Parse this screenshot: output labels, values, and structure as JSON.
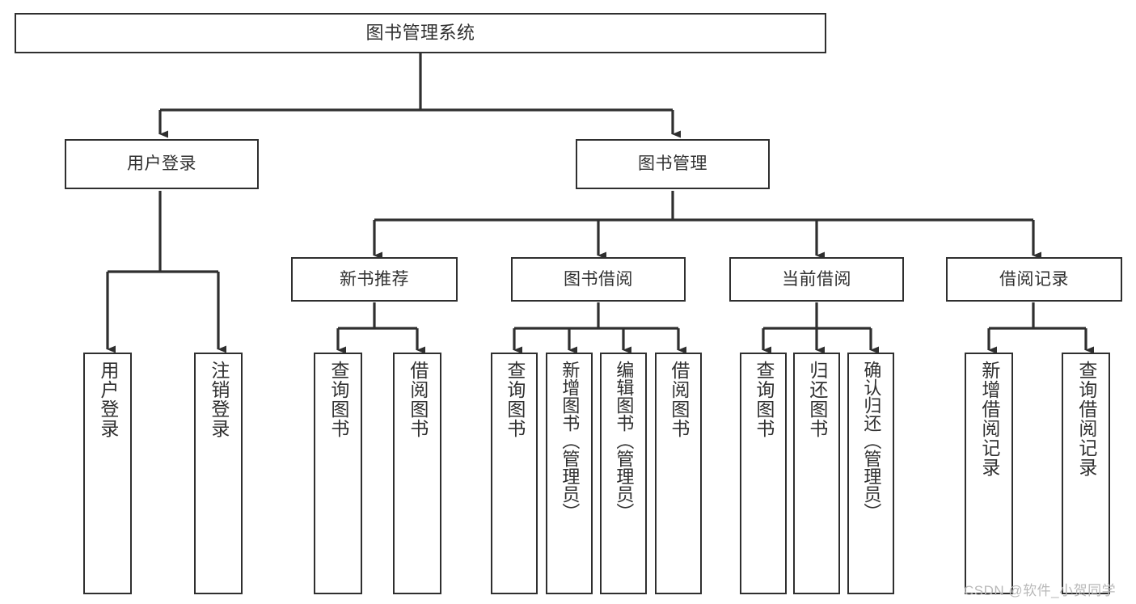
{
  "diagram": {
    "type": "tree-hierarchy-chart",
    "title": "图书管理系统",
    "orientation": "top-down",
    "colors": {
      "box_border": "#2f2f2f",
      "box_fill": "#ffffff",
      "text": "#303030",
      "connector": "#2f2f2f",
      "watermark": "#b9b9b9",
      "background": "#ffffff"
    },
    "nodes": {
      "root": {
        "label": "图书管理系统"
      },
      "level2": [
        {
          "id": "user-login",
          "label": "用户登录"
        },
        {
          "id": "book-management",
          "label": "图书管理"
        }
      ],
      "level3": [
        {
          "id": "new-book-recommend",
          "label": "新书推荐"
        },
        {
          "id": "book-borrow",
          "label": "图书借阅"
        },
        {
          "id": "current-borrow",
          "label": "当前借阅"
        },
        {
          "id": "borrow-record",
          "label": "借阅记录"
        }
      ],
      "leaves": {
        "user-login": [
          {
            "id": "leaf-user-login",
            "label": "用户登录"
          },
          {
            "id": "leaf-logout",
            "label": "注销登录"
          }
        ],
        "new-book-recommend": [
          {
            "id": "leaf-query-book-1",
            "label": "查询图书"
          },
          {
            "id": "leaf-borrow-book-1",
            "label": "借阅图书"
          }
        ],
        "book-borrow": [
          {
            "id": "leaf-query-book-2",
            "label": "查询图书"
          },
          {
            "id": "leaf-add-book",
            "label": "新增图书（管理员）"
          },
          {
            "id": "leaf-edit-book",
            "label": "编辑图书（管理员）"
          },
          {
            "id": "leaf-borrow-book-2",
            "label": "借阅图书"
          }
        ],
        "current-borrow": [
          {
            "id": "leaf-query-book-3",
            "label": "查询图书"
          },
          {
            "id": "leaf-return-book",
            "label": "归还图书"
          },
          {
            "id": "leaf-confirm-return",
            "label": "确认归还（管理员）"
          }
        ],
        "borrow-record": [
          {
            "id": "leaf-add-record",
            "label": "新增借阅记录"
          },
          {
            "id": "leaf-query-record",
            "label": "查询借阅记录"
          }
        ]
      }
    },
    "watermark": "CSDN @软件_小贺同学"
  }
}
